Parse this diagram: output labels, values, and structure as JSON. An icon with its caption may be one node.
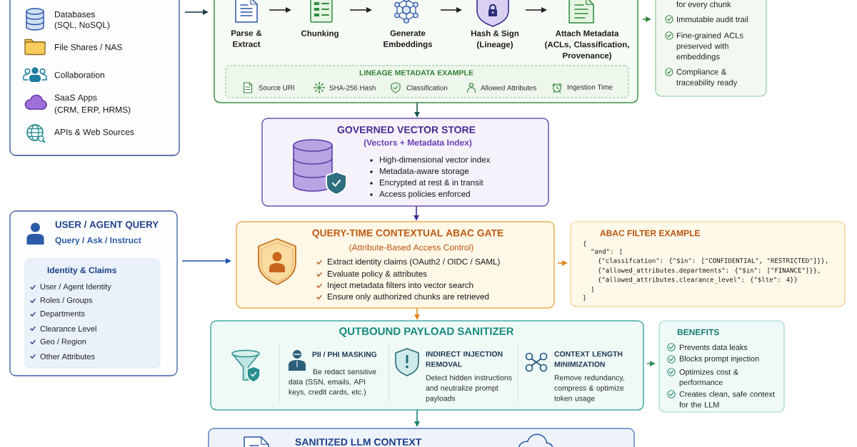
{
  "diagram": {
    "nodes": [
      {
        "text": [
          "Databases",
          "(SQL, NoSQL)",
          "File Shares / NAS",
          "Collaboration",
          "SaaS Apps",
          "(CRM, ERP, HRMS)",
          "APIs & Web Sources"
        ]
      },
      {
        "text": [],
        "shape": "box"
      },
      {
        "text": [
          "Parse & Extract"
        ],
        "in": 1
      },
      {
        "text": [
          "Chunking"
        ],
        "in": 1
      },
      {
        "text": [
          "Generate Embeddings"
        ],
        "in": 1
      },
      {
        "text": [
          "Hash & Sign",
          "(Lineage)"
        ],
        "in": 1
      },
      {
        "text": [
          "Attach Metadata",
          "(ACLs, Classification, Provenance)"
        ],
        "in": 1
      },
      {
        "text": [
          "LINEAGE METADATA EXAMPLE",
          "Source URI",
          "SHA-256 Hash",
          "Classification",
          "Allowed Attributes",
          "Ingestion Time"
        ],
        "in": 1
      },
      {
        "text": [
          "for every chunk",
          "Immutable audit trail",
          "Fine-grained ACLs preserved with embeddings",
          "Compliance & traceability ready"
        ]
      },
      {
        "text": [
          "GOVERNED VECTOR STORE",
          "(Vectors + Metadata Index)",
          "High-dimensional vector index",
          "Metadata-aware storage",
          "Encrypted at rest & in transit",
          "Access policies enforced"
        ]
      },
      {
        "text": [
          "USER / AGENT QUERY",
          "Query / Ask / Instruct"
        ]
      },
      {
        "text": [
          "Identity & Claims",
          "User / Agent Identity",
          "Roles / Groups",
          "Departments",
          "Clearance Level",
          "Geo / Region",
          "Other Attributes"
        ],
        "in": 10
      },
      {
        "text": [
          "QUERY-TIME CONTEXTUAL ABAC GATE",
          "(Attribute-Based Access Control)",
          "Extract identity claims (OAuth2 / OIDC / SAML)",
          "Evaluate policy & attributes",
          "Inject metadata filters into vector search",
          "Ensure only authorized chunks are retrieved"
        ]
      },
      {
        "text": [
          "ABAC FILTER EXAMPLE",
          "{",
          "\"and\": [",
          "{\"classifcation\": {\"$in\": [\"CONFIDENTIAL\", \"RESTRICTED\"]}},",
          "{\"allowed_attributes.departments\": {\"$in\": [\"FINANCE\"]}},",
          "{\"allowed_attributes.clearance_level\": {\"$lte\": 4}}",
          "]",
          "}"
        ]
      },
      {
        "text": [
          "QUTBOUND PAYLOAD SANITIZER",
          "PII / PHI MASKING",
          "Be redact sensitive data (SSN, emails, API keys, credit cards, etc.)",
          "INDIRECT INJECTION REMOVAL",
          "Detect hidden instructions and neutralize prompt payloads",
          "CONTEXT LENGTH MINIMIZATION",
          "Remove redundancy, compress & optimize token usage"
        ]
      },
      {
        "text": [
          "BENEFITS",
          "Prevents data leaks",
          "Blocks prompt injection",
          "Optimizes cost & performance",
          "Creates clean, safe context for the LLM"
        ]
      },
      {
        "text": [
          "SANITIZED LLM CONTEXT"
        ]
      }
    ],
    "edges": [
      {
        "from": 0,
        "to": 1,
        "arrow": "to",
        "color": "#1f3d4a"
      },
      {
        "from": 2,
        "to": 3,
        "arrow": "to"
      },
      {
        "from": 3,
        "to": 4,
        "arrow": "to"
      },
      {
        "from": 4,
        "to": 5,
        "arrow": "to"
      },
      {
        "from": 5,
        "to": 6,
        "arrow": "to"
      },
      {
        "from": 1,
        "to": 8,
        "arrow": "to",
        "color": "#2e8b3e"
      },
      {
        "from": 1,
        "to": 9,
        "arrow": "to",
        "color": "#1e5a55"
      },
      {
        "from": 9,
        "to": 12,
        "arrow": "to",
        "color": "#4a2a91"
      },
      {
        "from": 10,
        "to": 12,
        "arrow": "to",
        "color": "#1d4fa8"
      },
      {
        "from": 12,
        "to": 13,
        "arrow": "to",
        "color": "#e08a1e"
      },
      {
        "from": 12,
        "to": 14,
        "arrow": "to",
        "color": "#e08a1e"
      },
      {
        "from": 14,
        "to": 15,
        "arrow": "to",
        "color": "#2e8b5a"
      },
      {
        "from": 14,
        "to": 16,
        "arrow": "to",
        "color": "#1b7f7a"
      }
    ]
  }
}
